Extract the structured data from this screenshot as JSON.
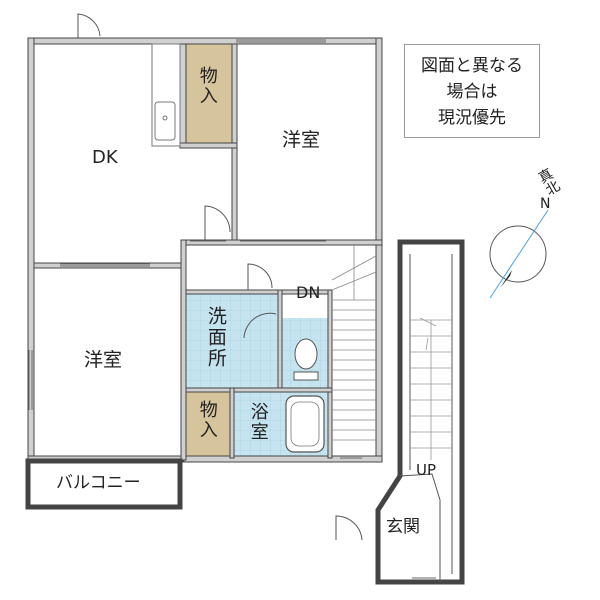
{
  "labels": {
    "dk": "DK",
    "storage_top": "物入",
    "western_top": "洋室",
    "dn": "DN",
    "washroom": "洗面所",
    "western_left": "洋室",
    "storage_bottom": "物入",
    "bathroom": "浴室",
    "balcony": "バルコニー",
    "up": "UP",
    "entrance": "玄関"
  },
  "note": {
    "line1": "図面と異なる",
    "line2": "場合は",
    "line3": "現況優先"
  },
  "compass": {
    "true_north": "真北",
    "north": "N"
  },
  "colors": {
    "storage": "#d6c49c",
    "wet_area": "#c6e4ef",
    "wall": "#d0d0d0",
    "compass_needle": "#222222",
    "compass_line": "#4aa3df"
  }
}
